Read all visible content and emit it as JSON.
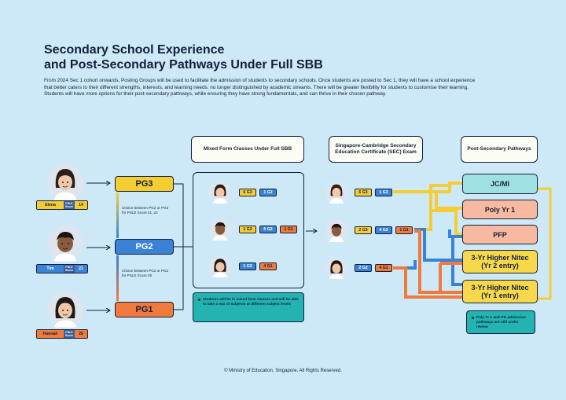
{
  "title_line1": "Secondary School Experience",
  "title_line2": "and Post-Secondary Pathways Under Full SBB",
  "intro": "From 2024 Sec 1 cohort onwards, Posting Groups will be used to facilitate the admission of students to secondary schools. Once students are posted to Sec 1, they will have a school experience that better caters to their different strengths, interests, and learning needs, no longer distinguished by academic streams. There will be greater flexibility for students to customise their learning. Students will have more options for their post-secondary pathways, while ensuring they have strong fundamentals, and can thrive in their chosen pathway.",
  "headers": {
    "mixed": "Mixed Form Classes Under Full SBB",
    "sec": "Singapore-Cambridge Secondary Education Certificate (SEC) Exam",
    "post": "Post-Secondary Pathways"
  },
  "students": [
    {
      "name": "Elena",
      "psle_label": "PSLE Score",
      "score": "14"
    },
    {
      "name": "Tim",
      "psle_label": "PSLE Score",
      "score": "21"
    },
    {
      "name": "Hannah",
      "psle_label": "PSLE Score",
      "score": "26"
    }
  ],
  "posting_groups": [
    "PG3",
    "PG2",
    "PG1"
  ],
  "choice_notes": [
    "Choice between PG2 or PG3 for PSLE Score 21, 22",
    "Choice between PG2 or PG1 for PSLE Score 25"
  ],
  "mixed_rows": [
    [
      "6 G3",
      "1 G2"
    ],
    [
      "1 G3",
      "5 G2",
      "1 G1"
    ],
    [
      "1 G2",
      "4 G1"
    ]
  ],
  "sec_rows": [
    [
      "6 G3",
      "1 G3"
    ],
    [
      "2 G3",
      "4 G2",
      "1 G1"
    ],
    [
      "2 G2",
      "4 G1"
    ]
  ],
  "mixed_note": "Students will be in mixed form classes and will be able to take a mix of subjects at different subject levels",
  "pathways": [
    {
      "label": "JC/MI",
      "color": "#9fe1e3"
    },
    {
      "label": "Poly Yr 1",
      "color": "#f7b9a0"
    },
    {
      "label": "PFP",
      "color": "#f7b9a0"
    },
    {
      "label": "3-Yr Higher Nitec (Yr 2 entry)",
      "color": "#f6d84a"
    },
    {
      "label": "3-Yr Higher Nitec (Yr 1 entry)",
      "color": "#f6d84a"
    }
  ],
  "pathway_note": "Poly Yr 1 and ITE admission pathways are still under review",
  "footer": "© Ministry of Education, Singapore. All Rights Reserved.",
  "colors": {
    "g3": "#f6cc33",
    "g2": "#3a82d6",
    "g1": "#ef7a3c",
    "bg": "#cde9f8"
  }
}
